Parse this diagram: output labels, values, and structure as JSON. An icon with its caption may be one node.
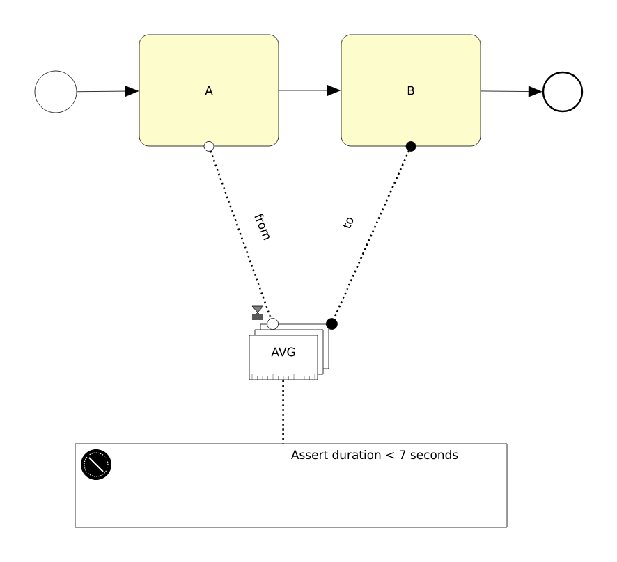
{
  "diagram": {
    "nodes": [
      {
        "text": [],
        "shape": "circle"
      },
      {
        "text": [
          "A"
        ]
      },
      {
        "text": [
          "B"
        ]
      },
      {
        "text": [],
        "shape": "circle"
      },
      {
        "text": [
          "AVG"
        ]
      },
      {
        "text": [
          "Assert duration < 7 seconds"
        ]
      }
    ],
    "edges": [
      {
        "from": 0,
        "to": 1,
        "arrow": "to"
      },
      {
        "from": 1,
        "to": 2,
        "arrow": "to"
      },
      {
        "from": 2,
        "to": 3,
        "arrow": "to"
      },
      {
        "from": 1,
        "to": 4,
        "arrow": "other",
        "label": "from",
        "style": "dashed"
      },
      {
        "from": 2,
        "to": 4,
        "arrow": "other",
        "label": "to",
        "style": "dashed"
      },
      {
        "from": 4,
        "to": 5,
        "arrow": "none",
        "style": "dashed"
      }
    ]
  }
}
